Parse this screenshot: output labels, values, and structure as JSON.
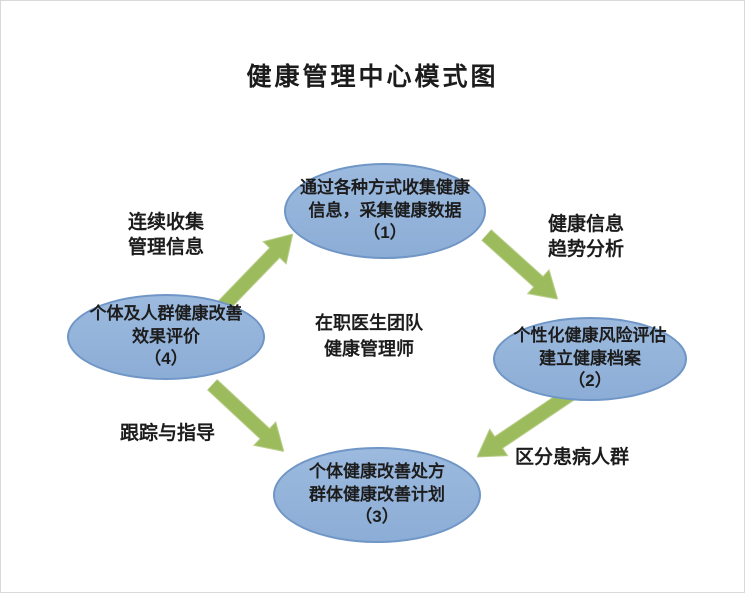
{
  "title": "健康管理中心模式图",
  "colors": {
    "node_fill": "#8fb0d7",
    "node_border": "#6f96c6",
    "arrow_green": "#9cbb5c",
    "arrow_edge": "#b9cf8c",
    "text": "#1c1c1c",
    "background": "#ffffff"
  },
  "center_text": {
    "line1": "在职医生团队",
    "line2": "健康管理师"
  },
  "nodes": {
    "top": {
      "lines": [
        "通过各种方式收集健康",
        "信息，采集健康数据",
        "（1）"
      ]
    },
    "right": {
      "lines": [
        "个性化健康风险评估",
        "建立健康档案",
        "（2）"
      ]
    },
    "bottom": {
      "lines": [
        "个体健康改善处方",
        "群体健康改善计划",
        "（3）"
      ]
    },
    "left": {
      "lines": [
        "个体及人群健康改善",
        "效果评价",
        "（4）"
      ]
    }
  },
  "edge_labels": {
    "collect": {
      "lines": [
        "连续收集",
        "管理信息"
      ]
    },
    "trend": {
      "lines": [
        "健康信息",
        "趋势分析"
      ]
    },
    "track": {
      "lines": [
        "跟踪与指导"
      ]
    },
    "distinguish": {
      "lines": [
        "区分患病人群"
      ]
    }
  },
  "arrows": {
    "step4_to_1": {
      "icon": "block-arrow-icon",
      "direction": "up-right"
    },
    "step1_to_2": {
      "icon": "block-arrow-icon",
      "direction": "down-right"
    },
    "step2_to_3": {
      "icon": "block-arrow-icon",
      "direction": "down-left"
    },
    "step4_to_3": {
      "icon": "block-arrow-icon",
      "direction": "down-right"
    }
  }
}
